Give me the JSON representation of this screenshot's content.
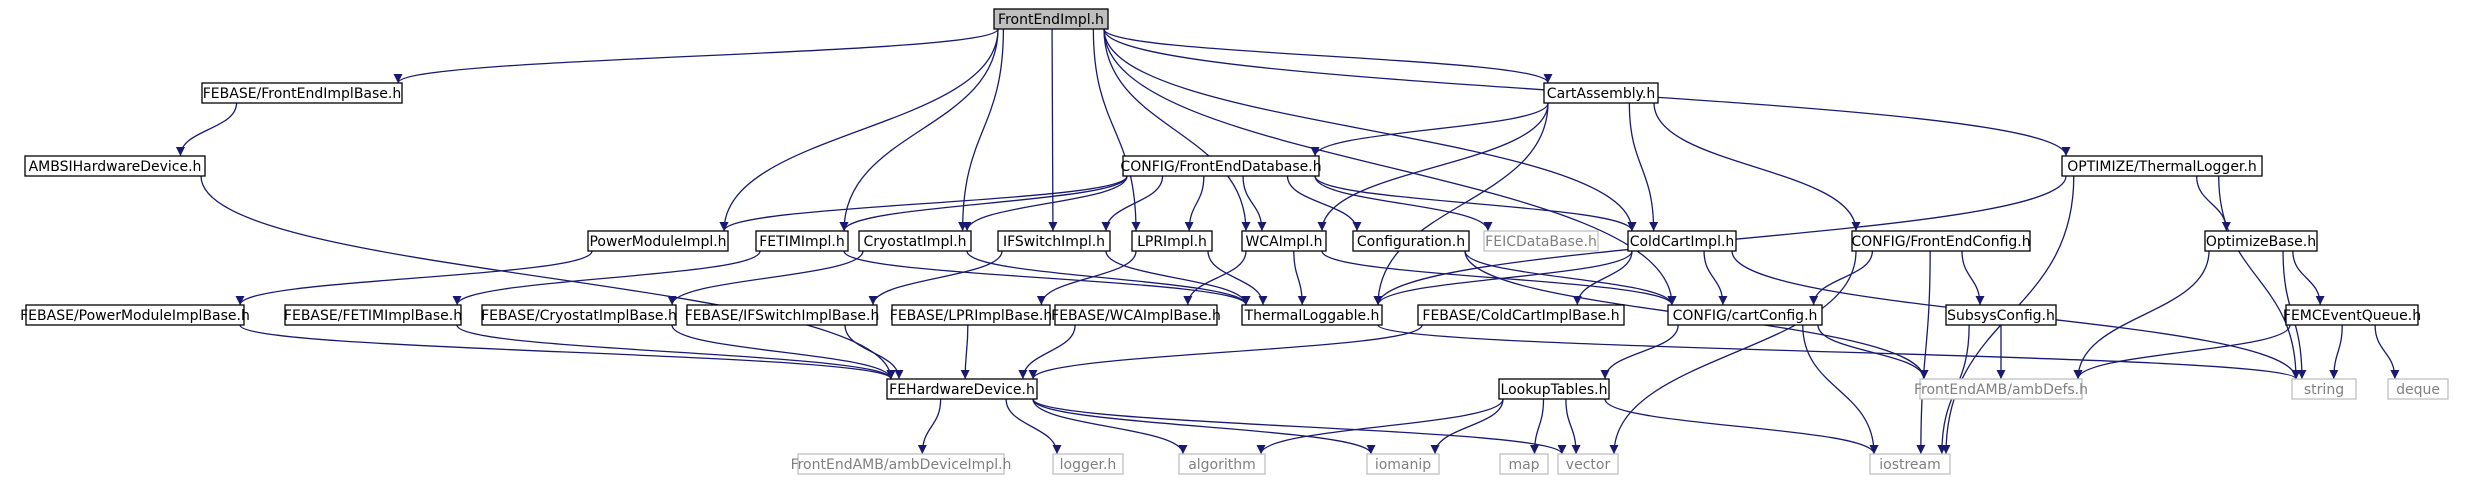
{
  "theme": {
    "edge": "#191970",
    "node_border": "#000000",
    "node_fill": "#ffffff",
    "root_fill": "#bfbfbf",
    "external_border": "#bfbfbf",
    "external_text": "#808080",
    "text": "#000000"
  },
  "nodes": {
    "frontendimpl": {
      "label": "FrontEndImpl.h",
      "kind": "root"
    },
    "febase_frontendimplbase": {
      "label": "FEBASE/FrontEndImplBase.h",
      "kind": "file"
    },
    "ambsihardwaredevice": {
      "label": "AMBSIHardwareDevice.h",
      "kind": "file"
    },
    "cartassembly": {
      "label": "CartAssembly.h",
      "kind": "file"
    },
    "config_frontenddatabase": {
      "label": "CONFIG/FrontEndDatabase.h",
      "kind": "file"
    },
    "optimize_thermallogger": {
      "label": "OPTIMIZE/ThermalLogger.h",
      "kind": "file"
    },
    "powermoduleimpl": {
      "label": "PowerModuleImpl.h",
      "kind": "file"
    },
    "fetimimpl": {
      "label": "FETIMImpl.h",
      "kind": "file"
    },
    "cryostatimpl": {
      "label": "CryostatImpl.h",
      "kind": "file"
    },
    "ifswitchimpl": {
      "label": "IFSwitchImpl.h",
      "kind": "file"
    },
    "lprimpl": {
      "label": "LPRImpl.h",
      "kind": "file"
    },
    "wcaimpl": {
      "label": "WCAImpl.h",
      "kind": "file"
    },
    "configuration": {
      "label": "Configuration.h",
      "kind": "file"
    },
    "feicdatabase": {
      "label": "FEICDataBase.h",
      "kind": "external"
    },
    "coldcartimpl": {
      "label": "ColdCartImpl.h",
      "kind": "file"
    },
    "config_frontendconfig": {
      "label": "CONFIG/FrontEndConfig.h",
      "kind": "file"
    },
    "optimizebase": {
      "label": "OptimizeBase.h",
      "kind": "file"
    },
    "febase_powermoduleimplbase": {
      "label": "FEBASE/PowerModuleImplBase.h",
      "kind": "file"
    },
    "febase_fetimimplbase": {
      "label": "FEBASE/FETIMImplBase.h",
      "kind": "file"
    },
    "febase_cryostatimplbase": {
      "label": "FEBASE/CryostatImplBase.h",
      "kind": "file"
    },
    "febase_ifswitchimplbase": {
      "label": "FEBASE/IFSwitchImplBase.h",
      "kind": "file"
    },
    "febase_lprimplbase": {
      "label": "FEBASE/LPRImplBase.h",
      "kind": "file"
    },
    "febase_wcaimplbase": {
      "label": "FEBASE/WCAImplBase.h",
      "kind": "file"
    },
    "thermalloggable": {
      "label": "ThermalLoggable.h",
      "kind": "file"
    },
    "febase_coldcartimplbase": {
      "label": "FEBASE/ColdCartImplBase.h",
      "kind": "file"
    },
    "config_cartconfig": {
      "label": "CONFIG/cartConfig.h",
      "kind": "file"
    },
    "subsysconfig": {
      "label": "SubsysConfig.h",
      "kind": "file"
    },
    "femceventqueue": {
      "label": "FEMCEventQueue.h",
      "kind": "file"
    },
    "fehardwaredevice": {
      "label": "FEHardwareDevice.h",
      "kind": "file"
    },
    "lookuptables": {
      "label": "LookupTables.h",
      "kind": "file"
    },
    "frontendamb_ambdefs": {
      "label": "FrontEndAMB/ambDefs.h",
      "kind": "external"
    },
    "string": {
      "label": "string",
      "kind": "external"
    },
    "deque": {
      "label": "deque",
      "kind": "external"
    },
    "frontendamb_ambdeviceimpl": {
      "label": "FrontEndAMB/ambDeviceImpl.h",
      "kind": "external"
    },
    "logger": {
      "label": "logger.h",
      "kind": "external"
    },
    "algorithm": {
      "label": "algorithm",
      "kind": "external"
    },
    "iomanip": {
      "label": "iomanip",
      "kind": "external"
    },
    "map": {
      "label": "map",
      "kind": "external"
    },
    "vector": {
      "label": "vector",
      "kind": "external"
    },
    "iostream": {
      "label": "iostream",
      "kind": "external"
    }
  },
  "edges": [
    [
      "frontendimpl",
      "febase_frontendimplbase"
    ],
    [
      "frontendimpl",
      "cartassembly"
    ],
    [
      "frontendimpl",
      "optimize_thermallogger"
    ],
    [
      "frontendimpl",
      "powermoduleimpl"
    ],
    [
      "frontendimpl",
      "fetimimpl"
    ],
    [
      "frontendimpl",
      "cryostatimpl"
    ],
    [
      "frontendimpl",
      "ifswitchimpl"
    ],
    [
      "frontendimpl",
      "lprimpl"
    ],
    [
      "frontendimpl",
      "wcaimpl"
    ],
    [
      "frontendimpl",
      "coldcartimpl"
    ],
    [
      "frontendimpl",
      "config_cartconfig"
    ],
    [
      "febase_frontendimplbase",
      "ambsihardwaredevice"
    ],
    [
      "ambsihardwaredevice",
      "fehardwaredevice"
    ],
    [
      "cartassembly",
      "config_frontenddatabase"
    ],
    [
      "cartassembly",
      "config_frontendconfig"
    ],
    [
      "cartassembly",
      "wcaimpl"
    ],
    [
      "cartassembly",
      "coldcartimpl"
    ],
    [
      "cartassembly",
      "thermalloggable"
    ],
    [
      "config_frontenddatabase",
      "powermoduleimpl"
    ],
    [
      "config_frontenddatabase",
      "fetimimpl"
    ],
    [
      "config_frontenddatabase",
      "cryostatimpl"
    ],
    [
      "config_frontenddatabase",
      "ifswitchimpl"
    ],
    [
      "config_frontenddatabase",
      "lprimpl"
    ],
    [
      "config_frontenddatabase",
      "wcaimpl"
    ],
    [
      "config_frontenddatabase",
      "configuration"
    ],
    [
      "config_frontenddatabase",
      "feicdatabase"
    ],
    [
      "config_frontenddatabase",
      "coldcartimpl"
    ],
    [
      "optimize_thermallogger",
      "optimizebase"
    ],
    [
      "optimize_thermallogger",
      "thermalloggable"
    ],
    [
      "optimize_thermallogger",
      "string"
    ],
    [
      "optimize_thermallogger",
      "iostream"
    ],
    [
      "powermoduleimpl",
      "febase_powermoduleimplbase"
    ],
    [
      "fetimimpl",
      "febase_fetimimplbase"
    ],
    [
      "fetimimpl",
      "thermalloggable"
    ],
    [
      "cryostatimpl",
      "febase_cryostatimplbase"
    ],
    [
      "cryostatimpl",
      "thermalloggable"
    ],
    [
      "ifswitchimpl",
      "febase_ifswitchimplbase"
    ],
    [
      "ifswitchimpl",
      "thermalloggable"
    ],
    [
      "lprimpl",
      "febase_lprimplbase"
    ],
    [
      "lprimpl",
      "thermalloggable"
    ],
    [
      "wcaimpl",
      "febase_wcaimplbase"
    ],
    [
      "wcaimpl",
      "thermalloggable"
    ],
    [
      "wcaimpl",
      "config_cartconfig"
    ],
    [
      "configuration",
      "config_cartconfig"
    ],
    [
      "configuration",
      "frontendamb_ambdefs"
    ],
    [
      "coldcartimpl",
      "febase_coldcartimplbase"
    ],
    [
      "coldcartimpl",
      "thermalloggable"
    ],
    [
      "coldcartimpl",
      "config_cartconfig"
    ],
    [
      "coldcartimpl",
      "string"
    ],
    [
      "config_frontendconfig",
      "config_cartconfig"
    ],
    [
      "config_frontendconfig",
      "subsysconfig"
    ],
    [
      "config_frontendconfig",
      "vector"
    ],
    [
      "config_frontendconfig",
      "iostream"
    ],
    [
      "optimizebase",
      "femceventqueue"
    ],
    [
      "optimizebase",
      "frontendamb_ambdefs"
    ],
    [
      "optimizebase",
      "string"
    ],
    [
      "femceventqueue",
      "frontendamb_ambdefs"
    ],
    [
      "femceventqueue",
      "string"
    ],
    [
      "femceventqueue",
      "deque"
    ],
    [
      "subsysconfig",
      "frontendamb_ambdefs"
    ],
    [
      "subsysconfig",
      "iostream"
    ],
    [
      "febase_powermoduleimplbase",
      "fehardwaredevice"
    ],
    [
      "febase_fetimimplbase",
      "fehardwaredevice"
    ],
    [
      "febase_cryostatimplbase",
      "fehardwaredevice"
    ],
    [
      "febase_ifswitchimplbase",
      "fehardwaredevice"
    ],
    [
      "febase_lprimplbase",
      "fehardwaredevice"
    ],
    [
      "febase_wcaimplbase",
      "fehardwaredevice"
    ],
    [
      "febase_coldcartimplbase",
      "fehardwaredevice"
    ],
    [
      "config_cartconfig",
      "lookuptables"
    ],
    [
      "config_cartconfig",
      "iostream"
    ],
    [
      "config_cartconfig",
      "frontendamb_ambdefs"
    ],
    [
      "thermalloggable",
      "string"
    ],
    [
      "fehardwaredevice",
      "frontendamb_ambdeviceimpl"
    ],
    [
      "fehardwaredevice",
      "logger"
    ],
    [
      "fehardwaredevice",
      "algorithm"
    ],
    [
      "fehardwaredevice",
      "iomanip"
    ],
    [
      "fehardwaredevice",
      "vector"
    ],
    [
      "lookuptables",
      "algorithm"
    ],
    [
      "lookuptables",
      "iomanip"
    ],
    [
      "lookuptables",
      "map"
    ],
    [
      "lookuptables",
      "vector"
    ],
    [
      "lookuptables",
      "iostream"
    ]
  ]
}
